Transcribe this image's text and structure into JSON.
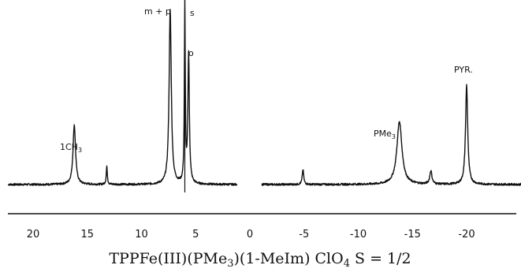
{
  "chart_data": {
    "type": "line",
    "title": "",
    "xlabel": "",
    "ylabel": "",
    "xlim": [
      22,
      -26
    ],
    "x_reversed": true,
    "tick_labels": [
      "20",
      "15",
      "10",
      "5",
      "0",
      "-5",
      "-10",
      "-15",
      "-20"
    ],
    "tick_values": [
      20,
      15,
      10,
      5,
      0,
      -5,
      -10,
      -15,
      -20
    ],
    "segments": [
      [
        22.3,
        1.2
      ],
      [
        -1.1,
        -25.8
      ]
    ],
    "baseline": 0,
    "peaks": [
      {
        "label": "1CH3",
        "x": 16.2,
        "height": 0.36,
        "width": 0.14
      },
      {
        "label": "",
        "x": 13.2,
        "height": 0.11,
        "width": 0.06
      },
      {
        "label": "m+p",
        "x": 7.35,
        "height": 1.05,
        "width": 0.12
      },
      {
        "label": "s",
        "x": 6.0,
        "height": 1.08,
        "width": 0.05
      },
      {
        "label": "o",
        "x": 5.65,
        "height": 0.78,
        "width": 0.08
      },
      {
        "label": "",
        "x": -4.9,
        "height": 0.09,
        "width": 0.08
      },
      {
        "label": "PMe3",
        "x": -13.8,
        "height": 0.38,
        "width": 0.28
      },
      {
        "label": "",
        "x": -16.7,
        "height": 0.08,
        "width": 0.12
      },
      {
        "label": "PYR.",
        "x": -20.0,
        "height": 0.6,
        "width": 0.12
      }
    ]
  },
  "caption": {
    "left": "TPPFe(III)(PMe",
    "left_sub": "3",
    "middle": ")(1-MeIm)  ClO",
    "middle_sub": "4",
    "right": "   S = 1/2"
  },
  "labels": {
    "ch3_main": "1CH",
    "ch3_sub": "3",
    "mp": "m + p",
    "s": "s",
    "o": "o",
    "pme_main": "PMe",
    "pme_sub": "3",
    "pyr": "PYR."
  }
}
